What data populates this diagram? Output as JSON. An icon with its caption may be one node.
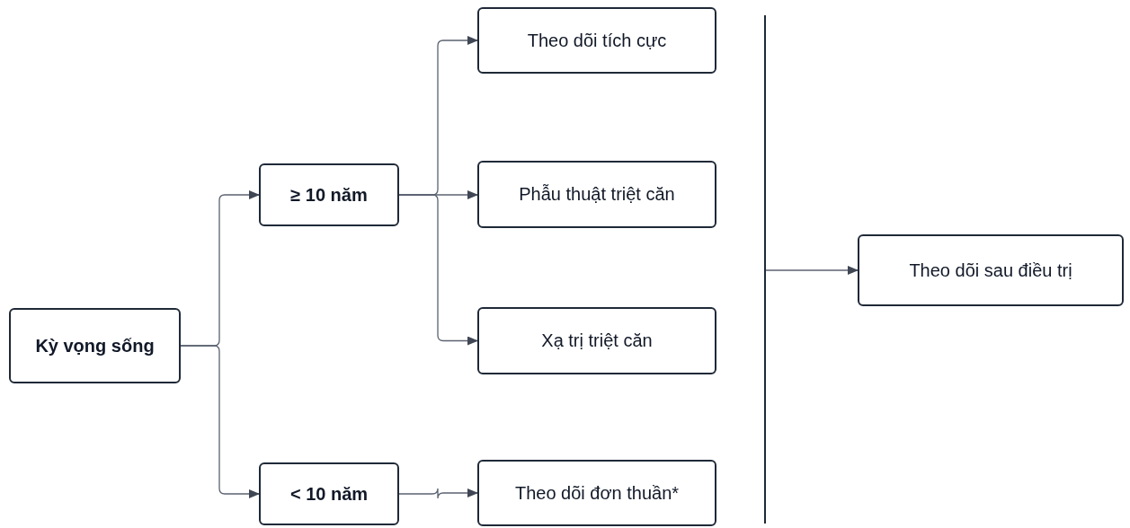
{
  "diagram": {
    "nodes": [
      {
        "text": [
          "Kỳ vọng sống"
        ]
      },
      {
        "text": [
          "≥ 10 năm"
        ]
      },
      {
        "text": [
          "< 10 năm"
        ]
      },
      {
        "text": [
          "Theo dõi tích cực"
        ]
      },
      {
        "text": [
          "Phẫu thuật triệt căn"
        ]
      },
      {
        "text": [
          "Xạ trị triệt căn"
        ]
      },
      {
        "text": [
          "Theo dõi đơn thuần*"
        ]
      },
      {
        "text": [],
        "shape": "bar"
      },
      {
        "text": [
          "Theo dõi sau điều trị"
        ]
      }
    ],
    "edges": [
      {
        "from": 0,
        "to": 1,
        "arrow": "to"
      },
      {
        "from": 0,
        "to": 2,
        "arrow": "to"
      },
      {
        "from": 1,
        "to": 3,
        "arrow": "to"
      },
      {
        "from": 1,
        "to": 4,
        "arrow": "to"
      },
      {
        "from": 1,
        "to": 5,
        "arrow": "to"
      },
      {
        "from": 2,
        "to": 6,
        "arrow": "to"
      },
      {
        "from": 7,
        "to": 8,
        "arrow": "to"
      }
    ]
  }
}
